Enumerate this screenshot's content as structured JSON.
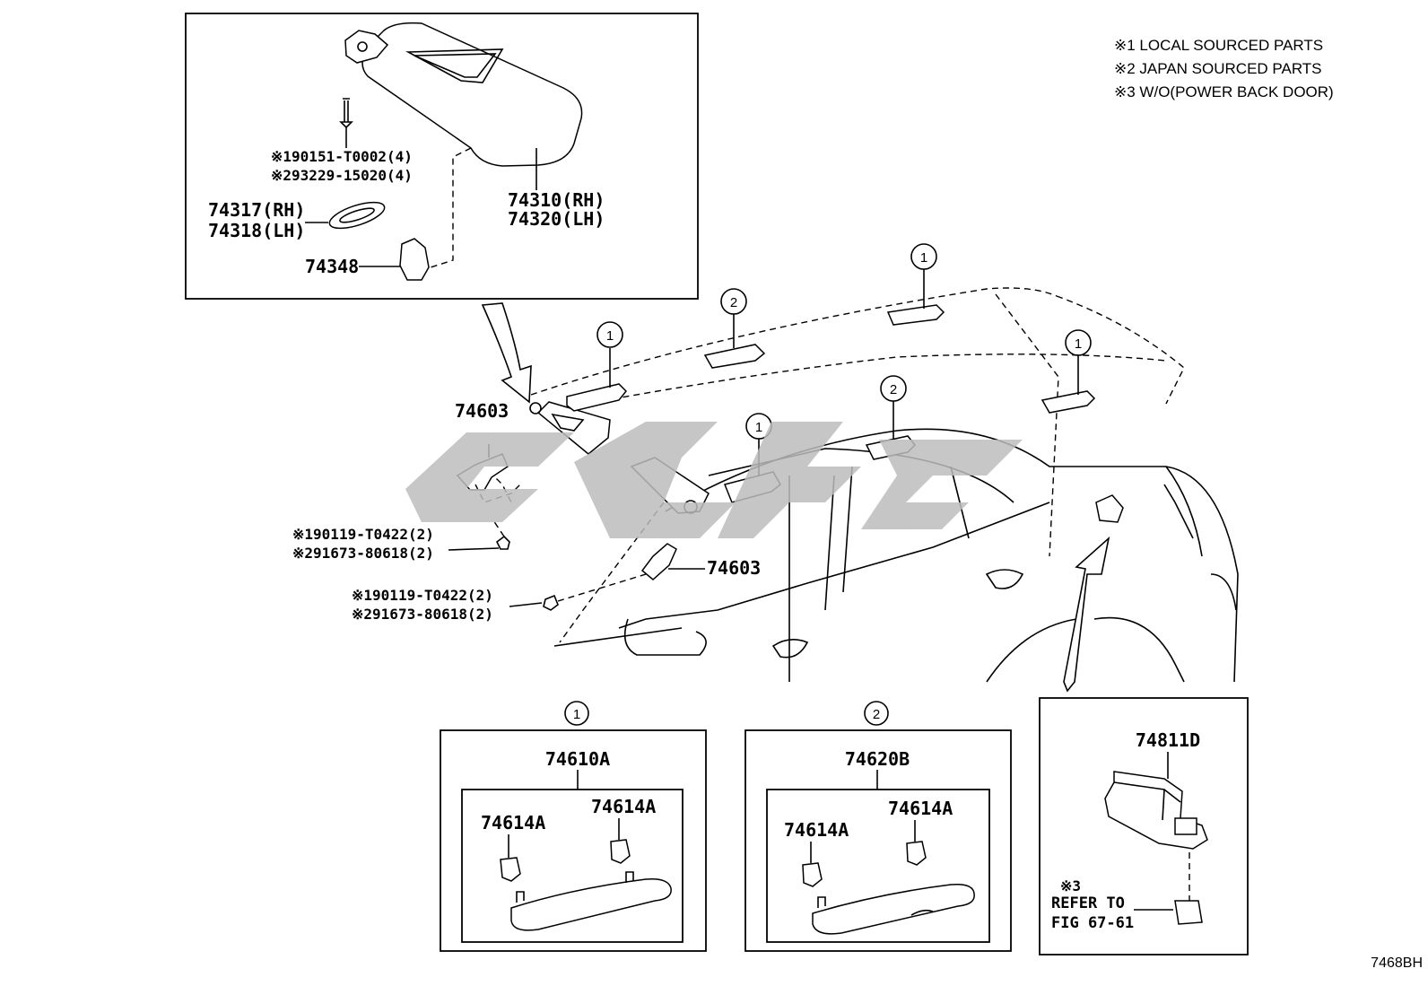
{
  "legend": {
    "note1": "※1 LOCAL SOURCED PARTS",
    "note2": "※2 JAPAN SOURCED PARTS",
    "note3": "※3 W/O(POWER BACK DOOR)"
  },
  "inset_visor": {
    "screw_part_1": "※190151-T0002(4)",
    "screw_part_2": "※293229-15020(4)",
    "visor_rh": "74310(RH)",
    "visor_lh": "74320(LH)",
    "ring_rh": "74317(RH)",
    "ring_lh": "74318(LH)",
    "holder": "74348"
  },
  "main": {
    "bracket_top": "74603",
    "bracket_side": "74603",
    "bolt_a_1": "※190119-T0422(2)",
    "bolt_a_2": "※291673-80618(2)",
    "bolt_b_1": "※190119-T0422(2)",
    "bolt_b_2": "※291673-80618(2)",
    "callout_1": "1",
    "callout_2": "2"
  },
  "inset_grip_1": {
    "callout": "1",
    "assembly": "74610A",
    "clip_left": "74614A",
    "clip_right": "74614A"
  },
  "inset_grip_2": {
    "callout": "2",
    "assembly": "74620B",
    "clip_left": "74614A",
    "clip_right": "74614A"
  },
  "inset_lamp": {
    "part": "74811D",
    "note_mark": "※3",
    "refer_line1": "REFER TO",
    "refer_line2": "FIG 67-61"
  },
  "figure_code": "7468BH",
  "watermark_color": "#bdbdbd"
}
